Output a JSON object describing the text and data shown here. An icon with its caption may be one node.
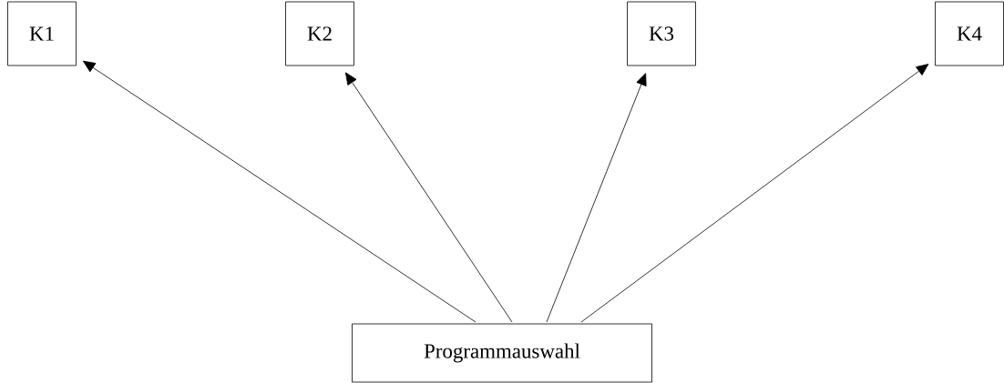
{
  "diagram": {
    "nodes": [
      {
        "text": [
          "K1"
        ]
      },
      {
        "text": [
          "K2"
        ]
      },
      {
        "text": [
          "K3"
        ]
      },
      {
        "text": [
          "K4"
        ]
      },
      {
        "text": [
          "Programmauswahl"
        ]
      }
    ],
    "edges": [
      {
        "from": 4,
        "to": 0,
        "arrow": "to"
      },
      {
        "from": 4,
        "to": 1,
        "arrow": "to"
      },
      {
        "from": 4,
        "to": 2,
        "arrow": "to"
      },
      {
        "from": 4,
        "to": 3,
        "arrow": "to"
      }
    ]
  }
}
